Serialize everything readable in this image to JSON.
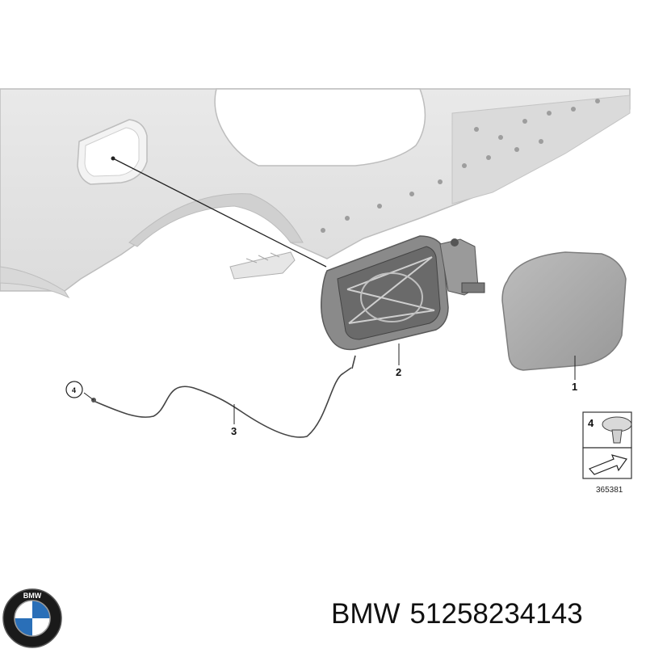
{
  "callouts": {
    "fuel_cap_lid": "1",
    "filler_housing": "2",
    "release_cable": "3",
    "cable_clip_ref": "4"
  },
  "legend_box": {
    "clip_number": "4",
    "reference_number": "365381"
  },
  "caption": {
    "brand": "BMW",
    "part_number": "51258234143"
  },
  "logo": {
    "text": "BMW",
    "colors": {
      "ring": "#111111",
      "blue": "#2a6fb8",
      "white": "#ffffff"
    }
  },
  "colors": {
    "body_panel": "#e3e3e3",
    "body_outline": "#b8b8b8",
    "cap_gray": "#a9a9a9",
    "housing_dark": "#5f5f5f"
  },
  "icons": [
    "bmw-logo-icon",
    "clip-icon",
    "arrow-icon",
    "fuel-cap-icon"
  ]
}
